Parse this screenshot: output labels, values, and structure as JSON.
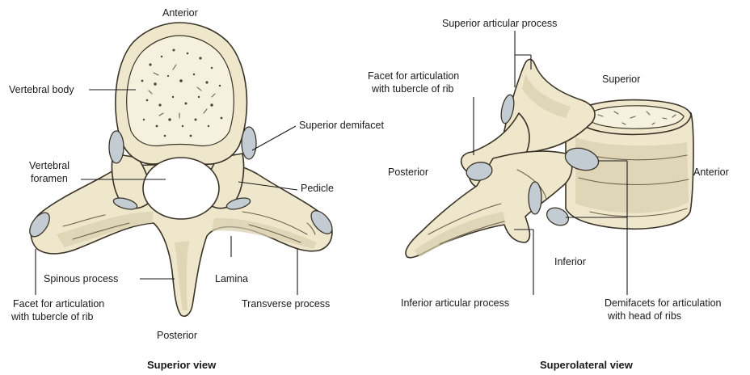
{
  "left_view": {
    "caption": "Superior view",
    "labels": {
      "anterior": "Anterior",
      "vertebral_body": "Vertebral body",
      "superior_demifacet": "Superior demifacet",
      "vertebral_foramen_line1": "Vertebral",
      "vertebral_foramen_line2": "foramen",
      "pedicle": "Pedicle",
      "spinous_process": "Spinous process",
      "lamina": "Lamina",
      "facet_line1": "Facet for articulation",
      "facet_line2": "with tubercle of rib",
      "transverse_process": "Transverse process",
      "posterior": "Posterior"
    }
  },
  "right_view": {
    "caption": "Superolateral view",
    "labels": {
      "superior_articular_process": "Superior articular process",
      "facet_line1": "Facet for articulation",
      "facet_line2": "with tubercle of rib",
      "superior": "Superior",
      "posterior": "Posterior",
      "anterior": "Anterior",
      "inferior": "Inferior",
      "inferior_articular_process": "Inferior articular process",
      "demifacets_line1": "Demifacets for articulation",
      "demifacets_line2": "with head of ribs"
    }
  }
}
